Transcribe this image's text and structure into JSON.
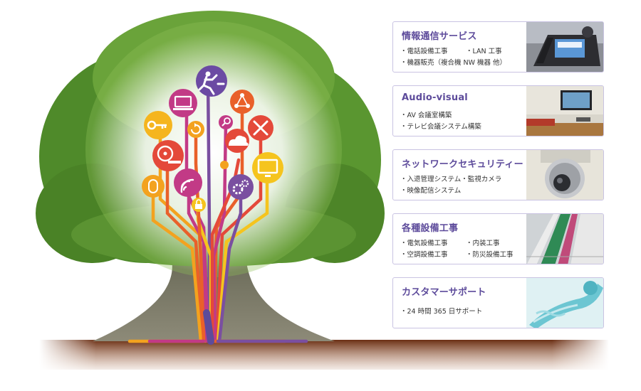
{
  "services": [
    {
      "title": "情報通信サービス",
      "lines": [
        [
          "・電話設備工事",
          "・LAN 工事"
        ],
        [
          "・機器販売（複合機 NW 機器 他）"
        ]
      ],
      "thumb": "desk-phone"
    },
    {
      "title": "Audio-visual",
      "lines": [
        [
          "・AV 会議室構築"
        ],
        [
          "・テレビ会議システム構築"
        ]
      ],
      "thumb": "conference-room"
    },
    {
      "title": "ネットワークセキュリティー",
      "lines": [
        [
          "・入退管理システム・監視カメラ"
        ],
        [
          "・映像配信システム"
        ]
      ],
      "thumb": "security-camera"
    },
    {
      "title": "各種設備工事",
      "lines": [
        [
          "・電気設備工事",
          "・内装工事"
        ],
        [
          "・空調設備工事",
          "・防災設備工事"
        ]
      ],
      "thumb": "cable-trays"
    },
    {
      "title": "カスタマーサポート",
      "lines": [
        [
          "・24 時間 365 日サポート"
        ]
      ],
      "thumb": "telephone-handset"
    }
  ],
  "tree_icons": [
    "runner-icon",
    "monitor-icon",
    "network-icon",
    "key-icon",
    "refresh-icon",
    "search-icon",
    "tools-icon",
    "film-reel-icon",
    "cloud-icon",
    "display-icon",
    "mouse-icon",
    "wifi-icon",
    "lock-icon",
    "gears-icon",
    "bar-chart-icon"
  ],
  "colors": {
    "accent": "#5d4b9b",
    "card_border": "#c9c3e2",
    "ground": "#7a3a1c"
  }
}
